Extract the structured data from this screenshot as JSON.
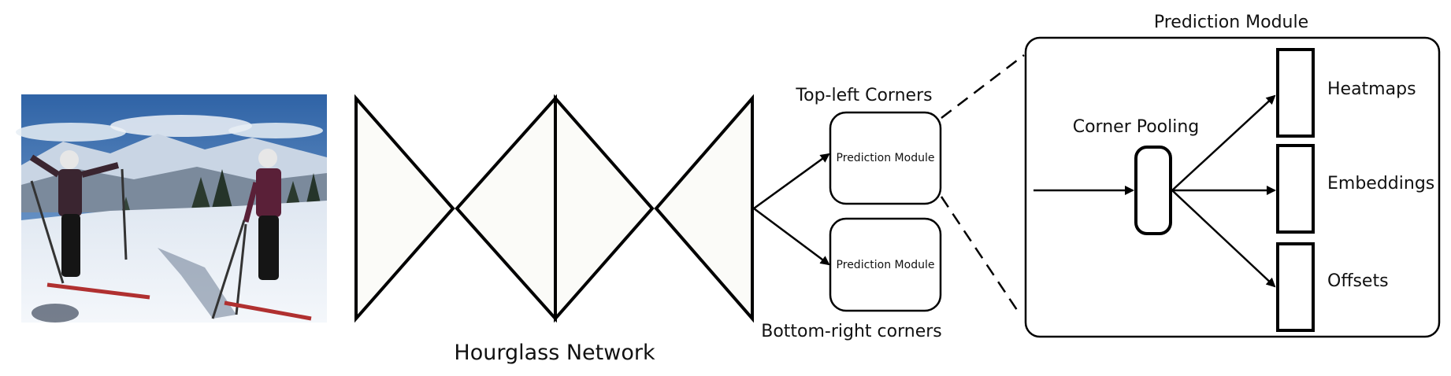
{
  "input_image": {
    "description_icon": "ski-photo-image"
  },
  "backbone": {
    "label": "Hourglass Network"
  },
  "branches": {
    "top_label": "Top-left Corners",
    "bottom_label": "Bottom-right corners",
    "top_module": "Prediction Module",
    "bottom_module": "Prediction Module"
  },
  "detail": {
    "title": "Prediction Module",
    "pooling_label": "Corner Pooling",
    "outputs": [
      "Heatmaps",
      "Embeddings",
      "Offsets"
    ]
  },
  "colors": {
    "line": "#000000",
    "triangle_fill": "#fbfbf8",
    "sky": "#3a6fb0",
    "snow": "#eef2f7"
  }
}
